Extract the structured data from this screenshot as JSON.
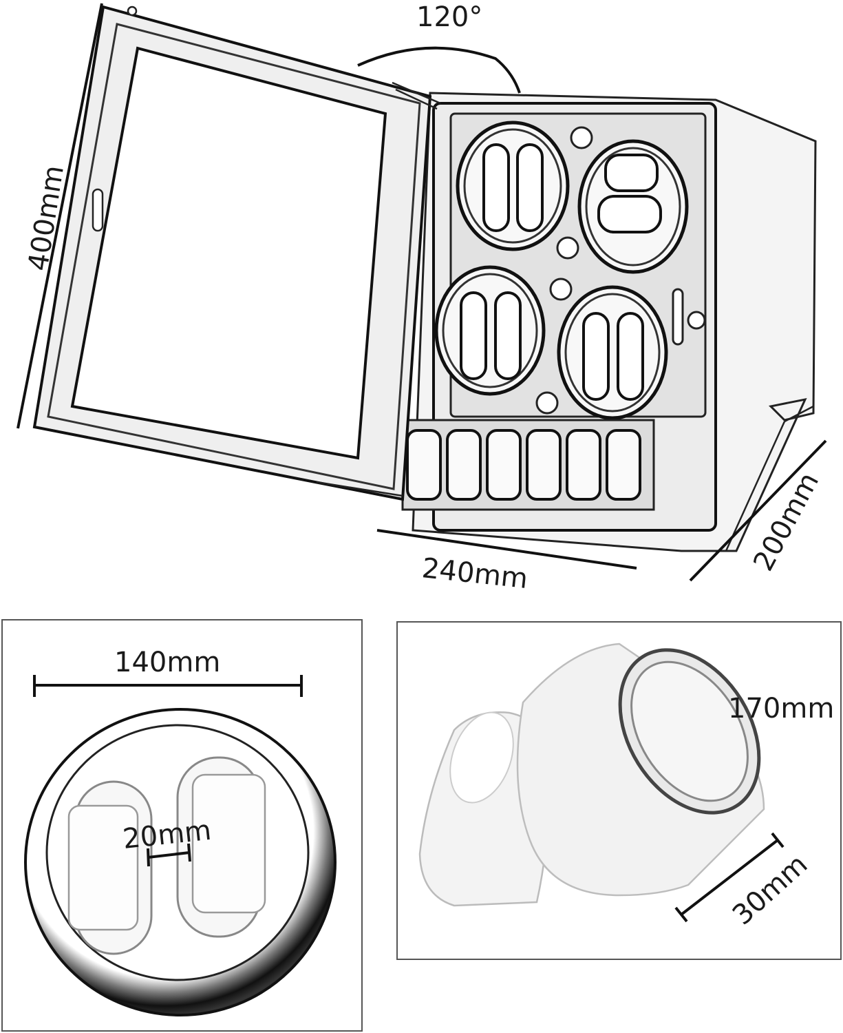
{
  "dimensions": {
    "angle": "120°",
    "height": "400mm",
    "width": "240mm",
    "depth": "200mm",
    "rotor_diameter": "140mm",
    "slot_gap": "20mm",
    "pillow_circumference": "170mm",
    "pillow_width": "30mm"
  }
}
